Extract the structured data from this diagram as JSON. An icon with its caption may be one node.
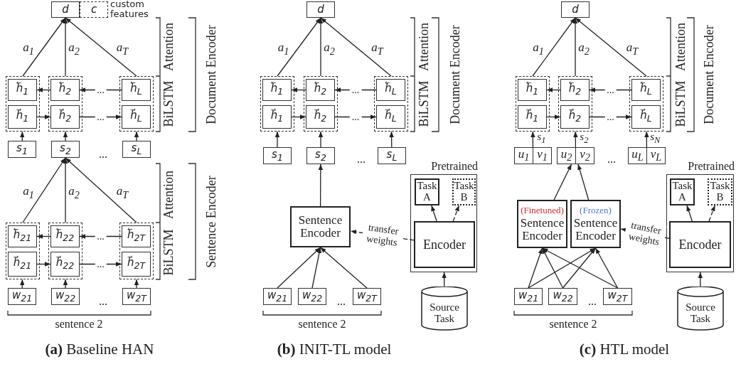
{
  "diagram": {
    "nodes": [
      {
        "text": [
          "d"
        ]
      },
      {
        "text": [
          "c"
        ],
        "beside": [
          "custom features"
        ]
      },
      {
        "text": [],
        "shape": "box"
      },
      {
        "text": [
          "h⃖$_{1}$"
        ],
        "in": 2
      },
      {
        "text": [
          "h⃗$_{1}$"
        ],
        "in": 2
      },
      {
        "text": [],
        "shape": "box"
      },
      {
        "text": [
          "h⃖$_{2}$"
        ],
        "in": 5
      },
      {
        "text": [
          "h⃗$_{2}$"
        ],
        "in": 5
      },
      {
        "text": [],
        "shape": "box"
      },
      {
        "text": [
          "h⃖$_{L}$"
        ],
        "in": 8
      },
      {
        "text": [
          "h⃗$_{L}$"
        ],
        "in": 8
      },
      {
        "text": [
          "s$_{1}$"
        ]
      },
      {
        "text": [
          "s$_{2}$"
        ]
      },
      {
        "text": [
          "s$_{L}$"
        ]
      },
      {
        "text": [],
        "shape": "box"
      },
      {
        "text": [
          "h⃖$_{21}$"
        ],
        "in": 14
      },
      {
        "text": [
          "h⃗$_{21}$"
        ],
        "in": 14
      },
      {
        "text": [],
        "shape": "box"
      },
      {
        "text": [
          "h⃖$_{22}$"
        ],
        "in": 17
      },
      {
        "text": [
          "h⃗$_{22}$"
        ],
        "in": 17
      },
      {
        "text": [],
        "shape": "box"
      },
      {
        "text": [
          "h⃖$_{2T}$"
        ],
        "in": 20
      },
      {
        "text": [
          "h⃗$_{2T}$"
        ],
        "in": 20
      },
      {
        "text": [
          "w$_{21}$"
        ]
      },
      {
        "text": [
          "w$_{22}$"
        ]
      },
      {
        "text": [
          "w$_{2T}$"
        ]
      },
      {
        "text": [
          "d"
        ]
      },
      {
        "text": [],
        "shape": "box"
      },
      {
        "text": [
          "h⃖$_{1}$"
        ],
        "in": 27
      },
      {
        "text": [
          "h⃗$_{1}$"
        ],
        "in": 27
      },
      {
        "text": [],
        "shape": "box"
      },
      {
        "text": [
          "h⃖$_{2}$"
        ],
        "in": 30
      },
      {
        "text": [
          "h⃗$_{2}$"
        ],
        "in": 30
      },
      {
        "text": [],
        "shape": "box"
      },
      {
        "text": [
          "h⃖$_{L}$"
        ],
        "in": 33
      },
      {
        "text": [
          "h⃗$_{L}$"
        ],
        "in": 33
      },
      {
        "text": [
          "s$_{1}$"
        ]
      },
      {
        "text": [
          "s$_{2}$"
        ]
      },
      {
        "text": [
          "s$_{L}$"
        ]
      },
      {
        "text": [
          "Sentence Encoder"
        ]
      },
      {
        "text": [
          "w$_{21}$"
        ]
      },
      {
        "text": [
          "w$_{22}$"
        ]
      },
      {
        "text": [
          "w$_{2T}$"
        ]
      },
      {
        "text": [
          "Pretrained"
        ]
      },
      {
        "text": [
          "Task A"
        ],
        "in": 43
      },
      {
        "text": [
          "Task B"
        ],
        "in": 43
      },
      {
        "text": [
          "Encoder"
        ],
        "in": 43
      },
      {
        "text": [
          "Source Task"
        ]
      },
      {
        "text": [
          "d"
        ]
      },
      {
        "text": [],
        "shape": "box"
      },
      {
        "text": [
          "h⃖$_{1}$"
        ],
        "in": 49
      },
      {
        "text": [
          "h⃗$_{1}$"
        ],
        "in": 49
      },
      {
        "text": [],
        "shape": "box"
      },
      {
        "text": [
          "h⃖$_{2}$"
        ],
        "in": 52
      },
      {
        "text": [
          "h⃗$_{2}$"
        ],
        "in": 52
      },
      {
        "text": [],
        "shape": "box"
      },
      {
        "text": [
          "h⃖$_{L}$"
        ],
        "in": 55
      },
      {
        "text": [
          "h⃗$_{L}$"
        ],
        "in": 55
      },
      {
        "text": [
          "u$_{1}$",
          "v$_{1}$"
        ]
      },
      {
        "text": [
          "u$_{2}$",
          "v$_{2}$"
        ]
      },
      {
        "text": [
          "u$_{L}$",
          "v$_{L}$"
        ]
      },
      {
        "text": [
          "(Finetuned)",
          "Sentence Encoder"
        ]
      },
      {
        "text": [
          "(Frozen)",
          "Sentence Encoder"
        ]
      },
      {
        "text": [
          "w$_{21}$"
        ]
      },
      {
        "text": [
          "w$_{22}$"
        ]
      },
      {
        "text": [
          "w$_{2T}$"
        ]
      },
      {
        "text": [
          "Pretrained"
        ]
      },
      {
        "text": [
          "Task A"
        ],
        "in": 66
      },
      {
        "text": [
          "Task B"
        ],
        "in": 66
      },
      {
        "text": [
          "Encoder"
        ],
        "in": 66
      },
      {
        "text": [
          "Source Task"
        ]
      }
    ],
    "edges": [
      {
        "from": 2,
        "to": 0,
        "arrow": "to",
        "label": "a$_{1}$"
      },
      {
        "from": 5,
        "to": 0,
        "arrow": "to",
        "label": "a$_{2}$"
      },
      {
        "from": 8,
        "to": 0,
        "arrow": "to",
        "label": "a$_{T}$"
      },
      {
        "from": 6,
        "to": 3,
        "arrow": "to"
      },
      {
        "from": 9,
        "to": 6,
        "arrow": "to",
        "label": "..."
      },
      {
        "from": 4,
        "to": 7,
        "arrow": "to"
      },
      {
        "from": 7,
        "to": 10,
        "arrow": "to",
        "label": "..."
      },
      {
        "from": 11,
        "to": 2,
        "arrow": "to"
      },
      {
        "from": 12,
        "to": 5,
        "arrow": "to"
      },
      {
        "from": 13,
        "to": 8,
        "arrow": "to"
      },
      {
        "from": 14,
        "to": 12,
        "arrow": "to",
        "label": "a$_{1}$"
      },
      {
        "from": 17,
        "to": 12,
        "arrow": "to",
        "label": "a$_{2}$"
      },
      {
        "from": 20,
        "to": 12,
        "arrow": "to",
        "label": "a$_{T}$"
      },
      {
        "from": 18,
        "to": 15,
        "arrow": "to"
      },
      {
        "from": 21,
        "to": 18,
        "arrow": "to",
        "label": "..."
      },
      {
        "from": 16,
        "to": 19,
        "arrow": "to"
      },
      {
        "from": 19,
        "to": 22,
        "arrow": "to",
        "label": "..."
      },
      {
        "from": 23,
        "to": 14,
        "arrow": "to"
      },
      {
        "from": 24,
        "to": 17,
        "arrow": "to"
      },
      {
        "from": 25,
        "to": 20,
        "arrow": "to"
      },
      {
        "from": 27,
        "to": 26,
        "arrow": "to",
        "label": "a$_{1}$"
      },
      {
        "from": 30,
        "to": 26,
        "arrow": "to",
        "label": "a$_{2}$"
      },
      {
        "from": 33,
        "to": 26,
        "arrow": "to",
        "label": "a$_{T}$"
      },
      {
        "from": 31,
        "to": 28,
        "arrow": "to"
      },
      {
        "from": 34,
        "to": 31,
        "arrow": "to",
        "label": "..."
      },
      {
        "from": 29,
        "to": 32,
        "arrow": "to"
      },
      {
        "from": 32,
        "to": 35,
        "arrow": "to",
        "label": "..."
      },
      {
        "from": 36,
        "to": 27,
        "arrow": "to"
      },
      {
        "from": 37,
        "to": 30,
        "arrow": "to"
      },
      {
        "from": 38,
        "to": 33,
        "arrow": "to"
      },
      {
        "from": 39,
        "to": 37,
        "arrow": "to"
      },
      {
        "from": 40,
        "to": 39,
        "arrow": "to"
      },
      {
        "from": 41,
        "to": 39,
        "arrow": "to"
      },
      {
        "from": 42,
        "to": 39,
        "arrow": "to"
      },
      {
        "from": 46,
        "to": 39,
        "arrow": "to",
        "label": "transfer weights",
        "style": "dashed"
      },
      {
        "from": 46,
        "to": 44,
        "arrow": "to"
      },
      {
        "from": 46,
        "to": 45,
        "arrow": "to",
        "style": "dashed"
      },
      {
        "from": 47,
        "to": 43,
        "arrow": "to"
      },
      {
        "from": 49,
        "to": 48,
        "arrow": "to",
        "label": "a$_{1}$"
      },
      {
        "from": 52,
        "to": 48,
        "arrow": "to",
        "label": "a$_{2}$"
      },
      {
        "from": 55,
        "to": 48,
        "arrow": "to",
        "label": "a$_{T}$"
      },
      {
        "from": 53,
        "to": 50,
        "arrow": "to"
      },
      {
        "from": 56,
        "to": 53,
        "arrow": "to",
        "label": "..."
      },
      {
        "from": 51,
        "to": 54,
        "arrow": "to"
      },
      {
        "from": 54,
        "to": 57,
        "arrow": "to",
        "label": "..."
      },
      {
        "from": 58,
        "to": 49,
        "arrow": "to",
        "label": "s$_{1}$"
      },
      {
        "from": 59,
        "to": 52,
        "arrow": "to",
        "label": "s$_{2}$"
      },
      {
        "from": 60,
        "to": 55,
        "arrow": "to",
        "label": "s$_{N}$"
      },
      {
        "from": 61,
        "to": 59,
        "arrow": "to"
      },
      {
        "from": 62,
        "to": 59,
        "arrow": "to"
      },
      {
        "from": 63,
        "to": 61,
        "arrow": "to"
      },
      {
        "from": 63,
        "to": 62,
        "arrow": "to"
      },
      {
        "from": 64,
        "to": 61,
        "arrow": "to"
      },
      {
        "from": 64,
        "to": 62,
        "arrow": "to"
      },
      {
        "from": 65,
        "to": 61,
        "arrow": "to"
      },
      {
        "from": 65,
        "to": 62,
        "arrow": "to"
      },
      {
        "from": 69,
        "to": 62,
        "arrow": "to",
        "label": "transfer weights",
        "style": "dashed"
      },
      {
        "from": 69,
        "to": 67,
        "arrow": "to"
      },
      {
        "from": 69,
        "to": 68,
        "arrow": "to",
        "style": "dashed"
      },
      {
        "from": 70,
        "to": 66,
        "arrow": "to"
      }
    ],
    "labels": [
      "Attention",
      "BiLSTM",
      "Document Encoder",
      "...",
      "Attention",
      "BiLSTM",
      "Sentence Encoder",
      "...",
      "sentence 2",
      "Attention",
      "BiLSTM",
      "Document Encoder",
      "...",
      "...",
      "sentence 2",
      "Attention",
      "BiLSTM",
      "Document Encoder",
      "...",
      "...",
      "sentence 2",
      "**(a)** Baseline HAN",
      "**(b)** INIT-TL model",
      "**(c)** HTL model"
    ]
  }
}
